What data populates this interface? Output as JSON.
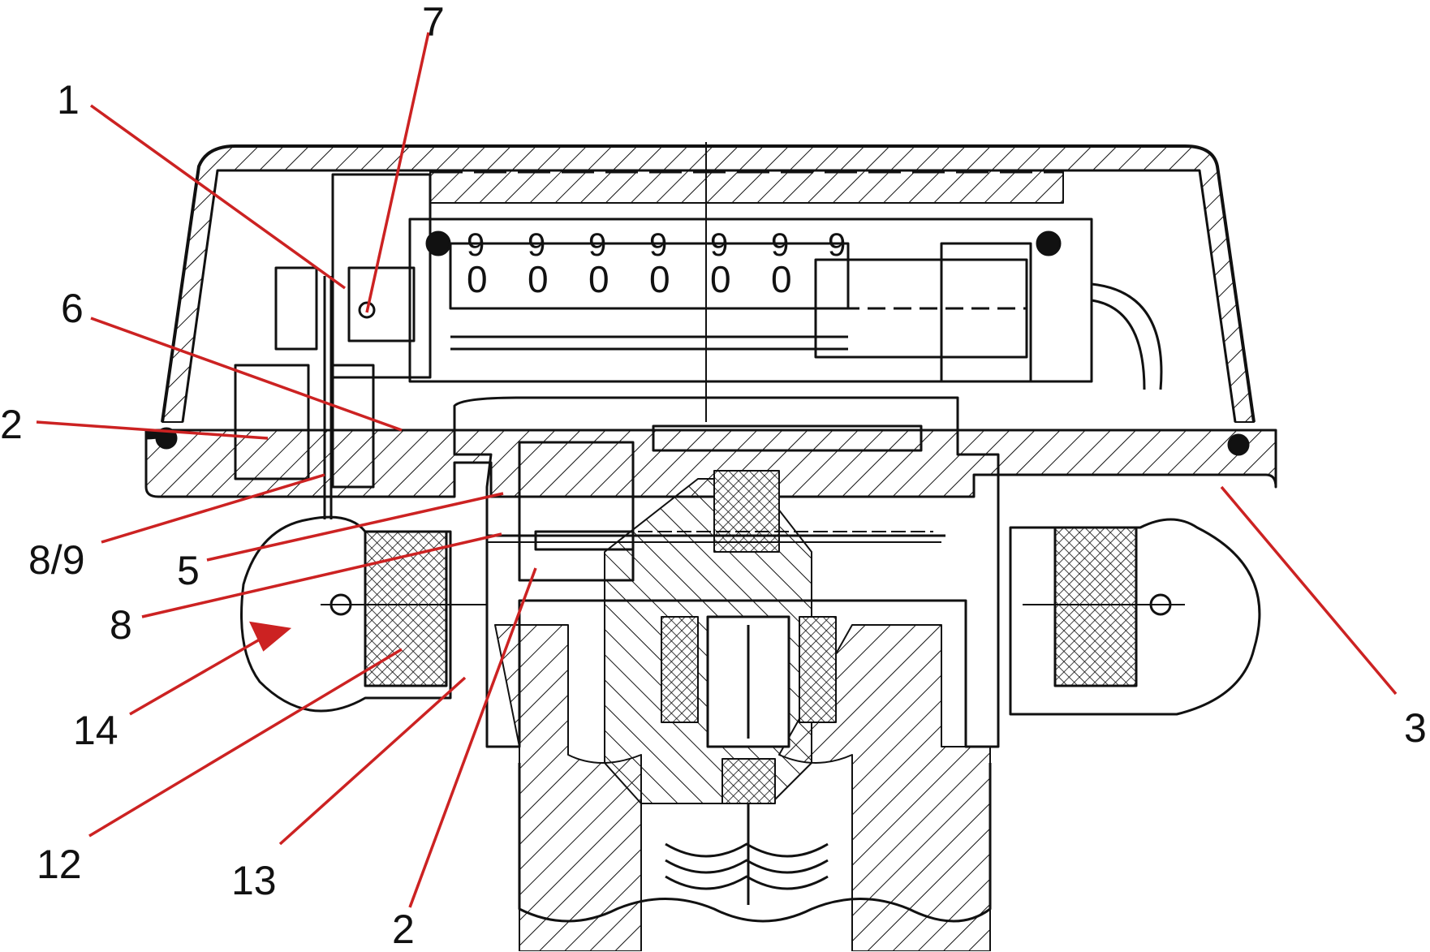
{
  "callouts": [
    {
      "id": "c1",
      "text": "1"
    },
    {
      "id": "c7",
      "text": "7"
    },
    {
      "id": "c6",
      "text": "6"
    },
    {
      "id": "c2a",
      "text": "2"
    },
    {
      "id": "c89",
      "text": "8/9"
    },
    {
      "id": "c5",
      "text": "5"
    },
    {
      "id": "c8",
      "text": "8"
    },
    {
      "id": "c14",
      "text": "14"
    },
    {
      "id": "c12",
      "text": "12"
    },
    {
      "id": "c13",
      "text": "13"
    },
    {
      "id": "c2b",
      "text": "2"
    },
    {
      "id": "c3",
      "text": "3"
    }
  ],
  "counter_digits_top": [
    "9",
    "9",
    "9",
    "9",
    "9",
    "9",
    "9"
  ],
  "counter_digits_mid": [
    "0",
    "0",
    "0",
    "0",
    "0",
    "0"
  ],
  "colors": {
    "leader": "#cc2222",
    "line": "#111111",
    "background": "#ffffff"
  }
}
